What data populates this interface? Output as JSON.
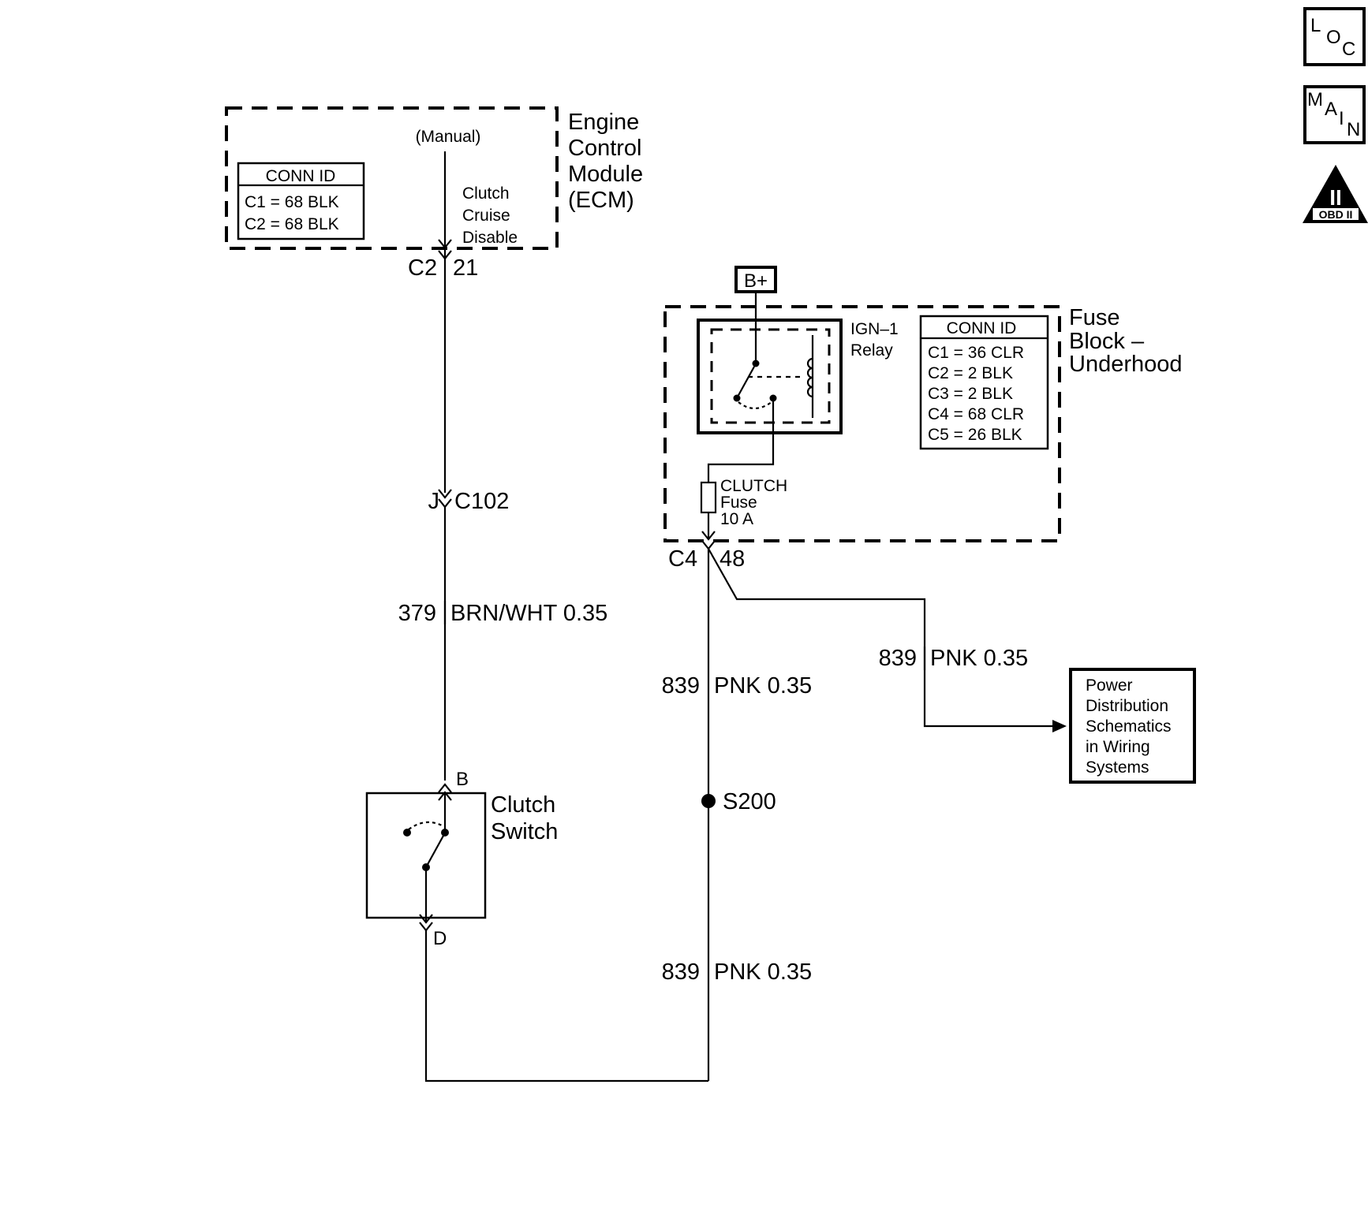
{
  "nav": {
    "loc": {
      "l1": "L",
      "l2": "O",
      "l3": "C"
    },
    "main": {
      "l1": "M",
      "l2": "A",
      "l3": "I",
      "l4": "N"
    },
    "obd": {
      "roman": "II",
      "label": "OBD II"
    }
  },
  "ecm": {
    "title": [
      "Engine",
      "Control",
      "Module",
      "(ECM)"
    ],
    "manual": "(Manual)",
    "signal": [
      "Clutch",
      "Cruise",
      "Disable"
    ],
    "conn_header": "CONN ID",
    "conn_rows": [
      "C1 = 68 BLK",
      "C2 = 68 BLK"
    ],
    "pin_connector": "C2",
    "pin_number": "21"
  },
  "inline_connector": {
    "left": "J",
    "right": "C102"
  },
  "wire_379": {
    "circuit": "379",
    "label": "BRN/WHT 0.35"
  },
  "clutch_switch": {
    "title": [
      "Clutch",
      "Switch"
    ],
    "pin_top": "B",
    "pin_bottom": "D"
  },
  "fuse_block": {
    "battery": "B+",
    "title": [
      "Fuse",
      "Block –",
      "Underhood"
    ],
    "relay": [
      "IGN–1",
      "Relay"
    ],
    "conn_header": "CONN ID",
    "conn_rows": [
      "C1  =  36 CLR",
      "C2  =  2 BLK",
      "C3  =  2 BLK",
      "C4  =  68 CLR",
      "C5  =  26 BLK"
    ],
    "fuse": [
      "CLUTCH",
      "Fuse",
      "10 A"
    ],
    "pin_connector": "C4",
    "pin_number": "48"
  },
  "wire_839_branch": {
    "circuit": "839",
    "label": "PNK 0.35"
  },
  "wire_839_upper": {
    "circuit": "839",
    "label": "PNK 0.35"
  },
  "wire_839_lower": {
    "circuit": "839",
    "label": "PNK 0.35"
  },
  "splice": {
    "label": "S200"
  },
  "power_distribution": {
    "lines": [
      "Power",
      "Distribution",
      "Schematics",
      "in Wiring",
      "Systems"
    ]
  }
}
